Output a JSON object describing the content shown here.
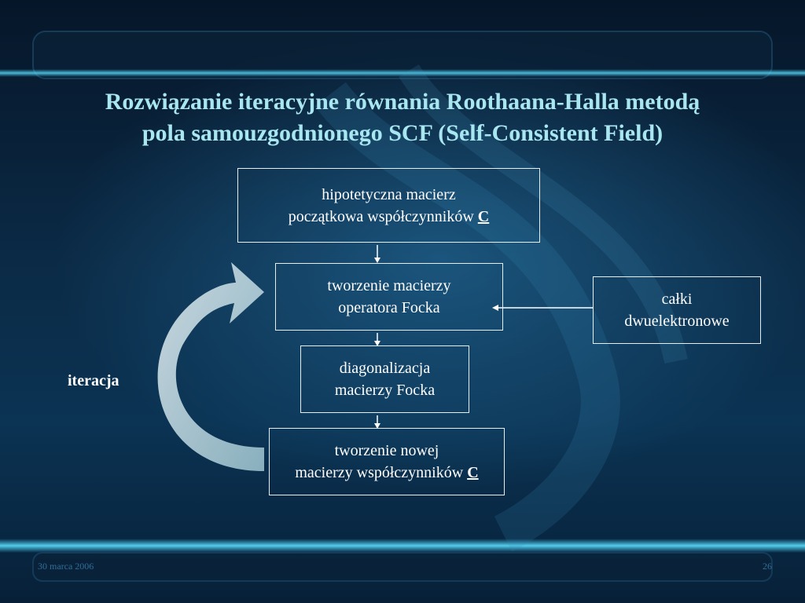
{
  "title": {
    "line1": "Rozwiązanie iteracyjne równania Roothaana-Halla metodą",
    "line2": "pola samouzgodnionego SCF (Self-Consistent Field)"
  },
  "boxes": {
    "initial": {
      "line1": "hipotetyczna macierz",
      "line2": "początkowa współczynników",
      "bold": "C"
    },
    "fock_build": {
      "line1": "tworzenie macierzy",
      "line2": "operatora Focka"
    },
    "integrals": {
      "line1": "całki",
      "line2": "dwuelektronowe"
    },
    "diag": {
      "line1": "diagonalizacja",
      "line2": "macierzy Focka"
    },
    "new_c": {
      "line1": "tworzenie nowej",
      "line2": "macierzy współczynników",
      "bold": "C"
    }
  },
  "iteration_label": "iteracja",
  "footer": {
    "date": "30 marca 2006",
    "page": "26"
  },
  "colors": {
    "title": "#a8e6f0",
    "box_border": "#e6eef4",
    "text": "#ffffff",
    "footer": "#2e6f98"
  }
}
